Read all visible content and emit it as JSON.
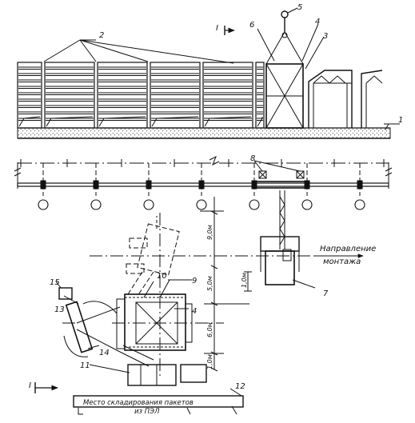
{
  "callouts": {
    "n1": "1",
    "n2": "2",
    "n3": "3",
    "n4": "4",
    "n5": "5",
    "n6": "6",
    "n7": "7",
    "n8": "8",
    "n9": "9",
    "n10": "10",
    "n11": "11",
    "n12": "12",
    "n13": "13",
    "n14": "14",
    "n15": "15",
    "n4b": "4"
  },
  "section_mark": "I",
  "dimensions": {
    "d1": "9,0м",
    "d2": "5,0м",
    "d3": "1,0м",
    "d4": "6,0м",
    "d5": "1,0м"
  },
  "direction_label": {
    "line1": "Направление",
    "line2": "монтажа"
  },
  "storage_label": {
    "line1": "Место складирования пакетов",
    "line2": "из ПЭЛ"
  },
  "colors": {
    "ink": "#111111",
    "paper": "#ffffff"
  }
}
